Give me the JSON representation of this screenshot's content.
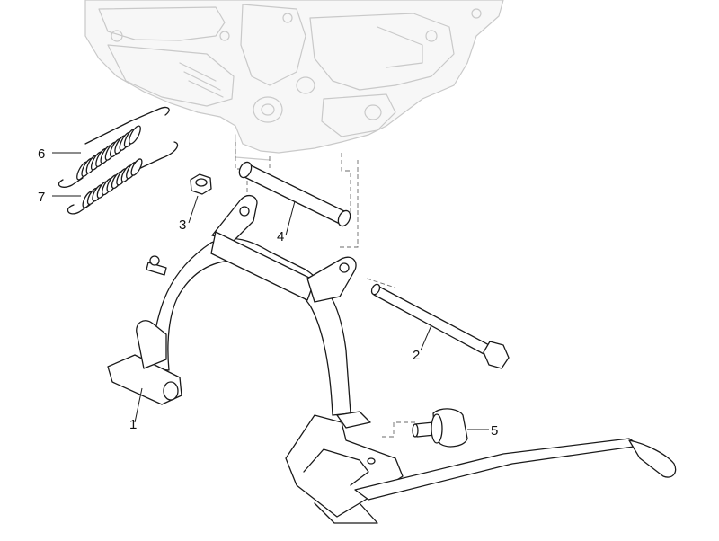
{
  "callouts": [
    {
      "id": "1",
      "label": "1",
      "part": "center-stand"
    },
    {
      "id": "2",
      "label": "2",
      "part": "pivot-bolt"
    },
    {
      "id": "3",
      "label": "3",
      "part": "nut"
    },
    {
      "id": "4",
      "label": "4",
      "part": "spacer-tube"
    },
    {
      "id": "5",
      "label": "5",
      "part": "rubber-buffer"
    },
    {
      "id": "6",
      "label": "6",
      "part": "return-spring-upper"
    },
    {
      "id": "7",
      "label": "7",
      "part": "return-spring-lower"
    }
  ],
  "colors": {
    "line": "#1a1a1a",
    "engine": "#c9c9c9",
    "background": "#ffffff"
  }
}
